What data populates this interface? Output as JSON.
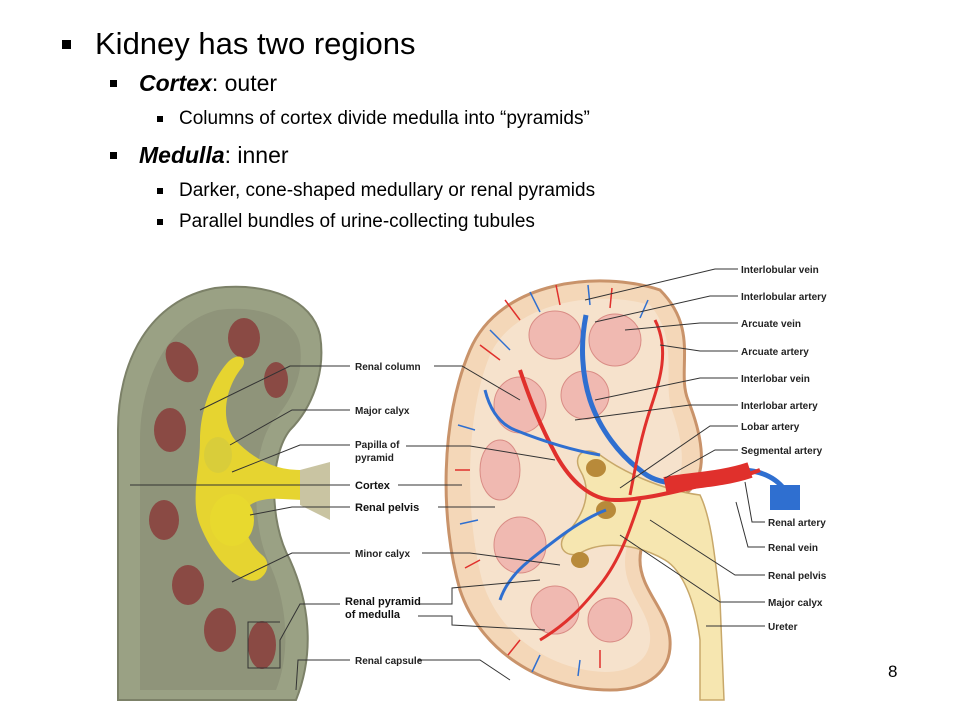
{
  "bullets": {
    "main": "Kidney has two regions",
    "cortex_term": "Cortex",
    "cortex_rest": ": outer",
    "cortex_detail": "Columns of cortex divide medulla into “pyramids”",
    "medulla_term": "Medulla",
    "medulla_rest": ": inner",
    "medulla_detail_1": "Darker, cone-shaped medullary or renal pyramids",
    "medulla_detail_2": "Parallel bundles of urine-collecting tubules"
  },
  "left_labels": {
    "renal_column": "Renal column",
    "major_calyx": "Major calyx",
    "papilla_1": "Papilla of",
    "papilla_2": "pyramid",
    "cortex": "Cortex",
    "renal_pelvis": "Renal pelvis",
    "minor_calyx": "Minor calyx",
    "renal_pyramid_1": "Renal pyramid",
    "renal_pyramid_2": "of medulla",
    "renal_capsule": "Renal capsule"
  },
  "right_labels": {
    "interlobular_vein": "Interlobular vein",
    "interlobular_artery": "Interlobular artery",
    "arcuate_vein": "Arcuate vein",
    "arcuate_artery": "Arcuate artery",
    "interlobar_vein": "Interlobar vein",
    "interlobar_artery": "Interlobar artery",
    "lobar_artery": "Lobar artery",
    "segmental_artery": "Segmental artery",
    "renal_artery": "Renal artery",
    "renal_vein": "Renal vein",
    "renal_pelvis": "Renal pelvis",
    "major_calyx": "Major calyx",
    "ureter": "Ureter"
  },
  "page_number": "8"
}
